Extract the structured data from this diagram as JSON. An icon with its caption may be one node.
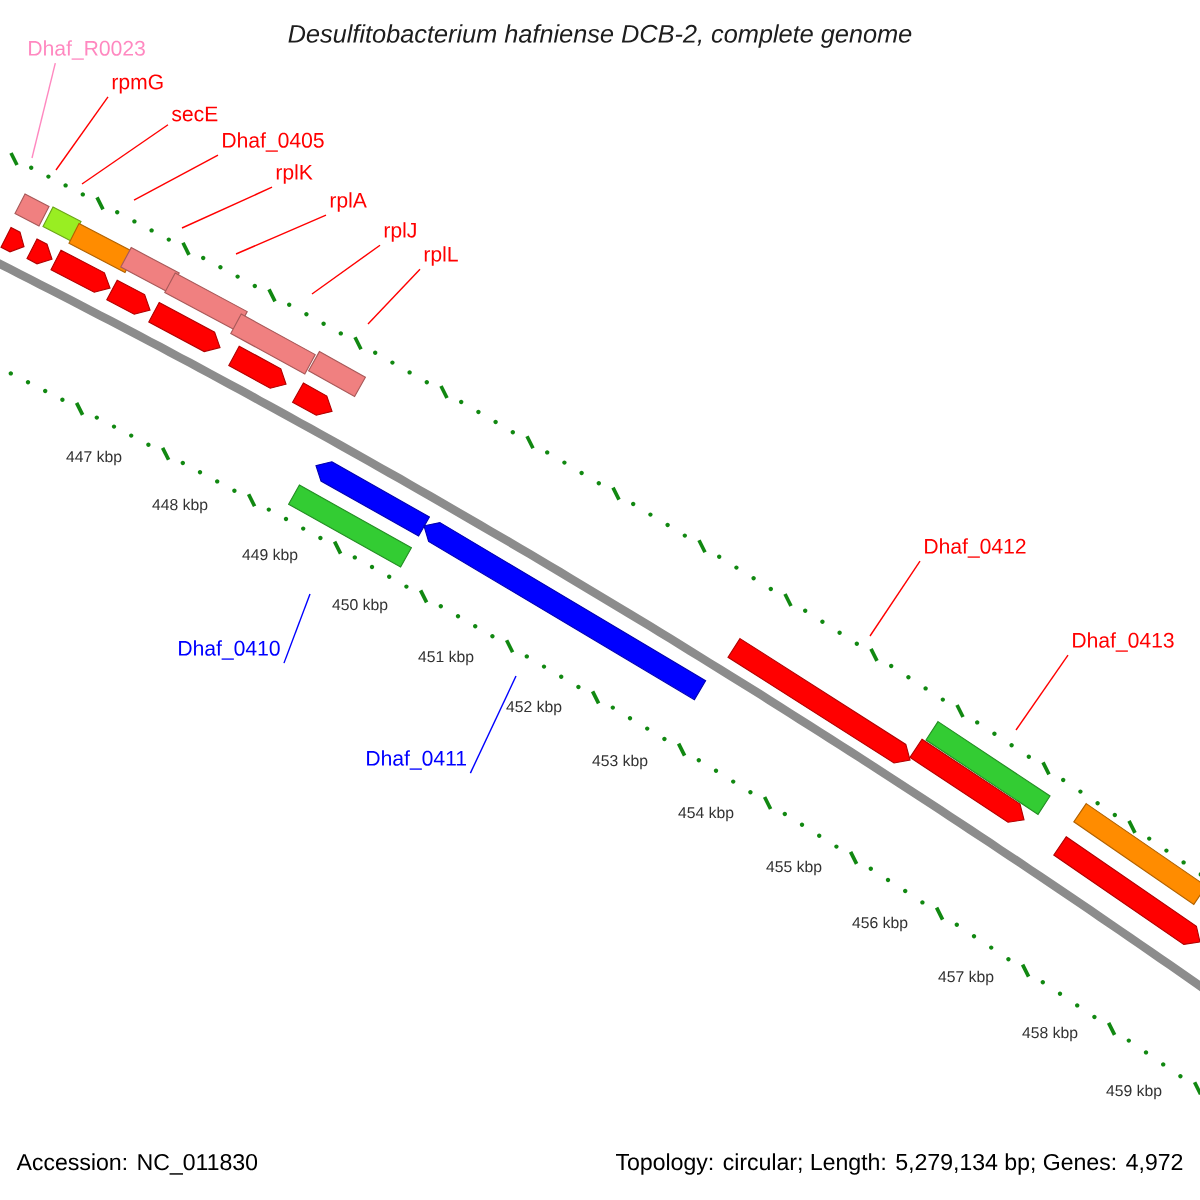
{
  "diagram": {
    "title": "Desulfitobacterium hafniense DCB-2, complete genome",
    "nodes": [
      {
        "text": [
          "Dhaf_R0023"
        ]
      },
      {
        "text": [
          "rpmG"
        ]
      },
      {
        "text": [
          "secE"
        ]
      },
      {
        "text": [
          "Dhaf_0405"
        ]
      },
      {
        "text": [
          "rplK"
        ]
      },
      {
        "text": [
          "rplA"
        ]
      },
      {
        "text": [
          "rplJ"
        ]
      },
      {
        "text": [
          "rplL"
        ]
      },
      {
        "text": [
          "Dhaf_0412"
        ]
      },
      {
        "text": [
          "Dhaf_0413"
        ]
      },
      {
        "text": [
          "Dhaf_0410"
        ]
      },
      {
        "text": [
          "Dhaf_0411"
        ]
      }
    ],
    "edges": [
      {
        "from": 0,
        "to": null,
        "arrow": "none",
        "color": "#ff88c0"
      },
      {
        "from": 1,
        "to": null,
        "arrow": "none"
      },
      {
        "from": 2,
        "to": null,
        "arrow": "none"
      },
      {
        "from": 3,
        "to": null,
        "arrow": "none"
      },
      {
        "from": 4,
        "to": null,
        "arrow": "none"
      },
      {
        "from": 5,
        "to": null,
        "arrow": "none"
      },
      {
        "from": 6,
        "to": null,
        "arrow": "none"
      },
      {
        "from": 7,
        "to": null,
        "arrow": "none"
      },
      {
        "from": 8,
        "to": null,
        "arrow": "none"
      },
      {
        "from": 9,
        "to": null,
        "arrow": "none"
      },
      {
        "from": 10,
        "to": null,
        "arrow": "none",
        "color": "#0000ff"
      },
      {
        "from": 11,
        "to": null,
        "arrow": "none",
        "color": "#0000ff"
      }
    ],
    "labels": [
      "447 kbp",
      "448 kbp",
      "449 kbp",
      "450 kbp",
      "451 kbp",
      "452 kbp",
      "453 kbp",
      "454 kbp",
      "455 kbp",
      "456 kbp",
      "457 kbp",
      "458 kbp",
      "459 kbp",
      "Accession: NC_011830",
      "Topology: circular; Length: 5,279,134 bp; Genes: 4,972"
    ]
  }
}
